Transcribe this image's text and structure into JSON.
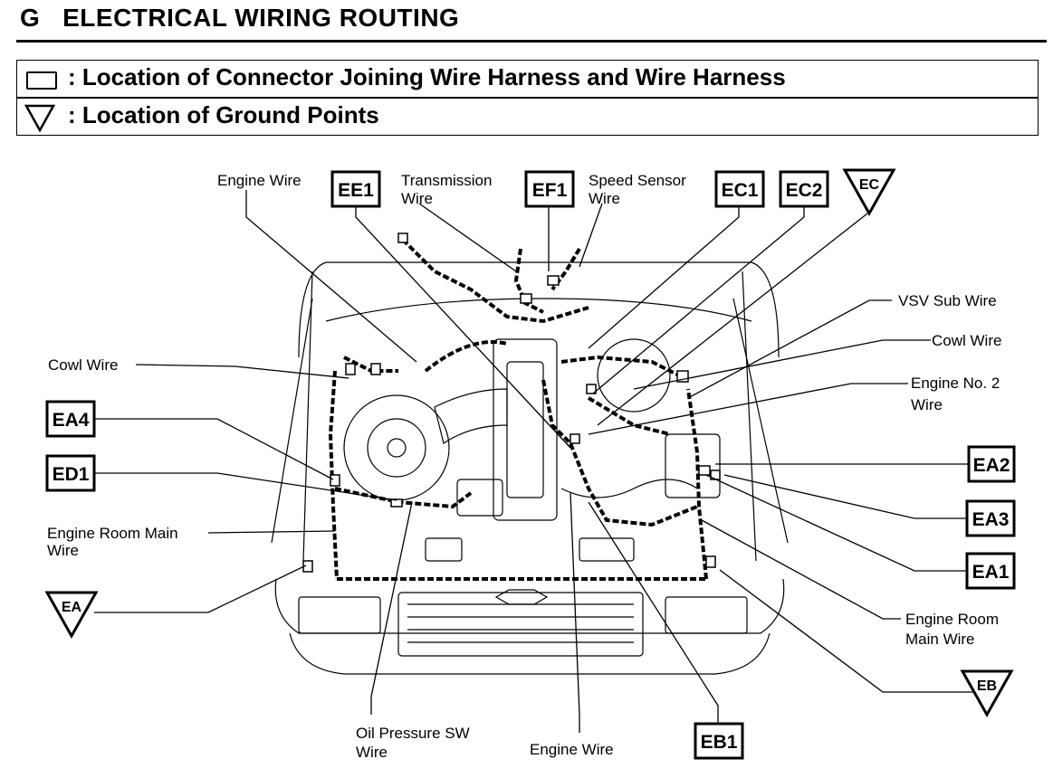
{
  "header": {
    "section_letter": "G",
    "title": "ELECTRICAL WIRING ROUTING"
  },
  "legend": {
    "connector": ": Location of Connector Joining Wire Harness and Wire Harness",
    "ground": ": Location of Ground Points"
  },
  "labels": {
    "engine_wire_top": "Engine Wire",
    "transmission_wire_1": "Transmission",
    "transmission_wire_2": "Wire",
    "speed_sensor_wire_1": "Speed Sensor",
    "speed_sensor_wire_2": "Wire",
    "vsv_sub_wire": "VSV Sub Wire",
    "cowl_wire_right": "Cowl Wire",
    "engine_no2_wire_1": "Engine No. 2",
    "engine_no2_wire_2": "Wire",
    "cowl_wire_left": "Cowl Wire",
    "engine_room_main_left_1": "Engine Room Main",
    "engine_room_main_left_2": "Wire",
    "engine_room_main_right_1": "Engine Room",
    "engine_room_main_right_2": "Main Wire",
    "oil_pressure_1": "Oil Pressure SW",
    "oil_pressure_2": "Wire",
    "engine_wire_bottom": "Engine Wire"
  },
  "connectors": {
    "ee1": "EE1",
    "ef1": "EF1",
    "ec1": "EC1",
    "ec2": "EC2",
    "ea4": "EA4",
    "ed1": "ED1",
    "ea2": "EA2",
    "ea3": "EA3",
    "ea1": "EA1",
    "eb1": "EB1"
  },
  "grounds": {
    "ec": "EC",
    "ea": "EA",
    "eb": "EB"
  }
}
